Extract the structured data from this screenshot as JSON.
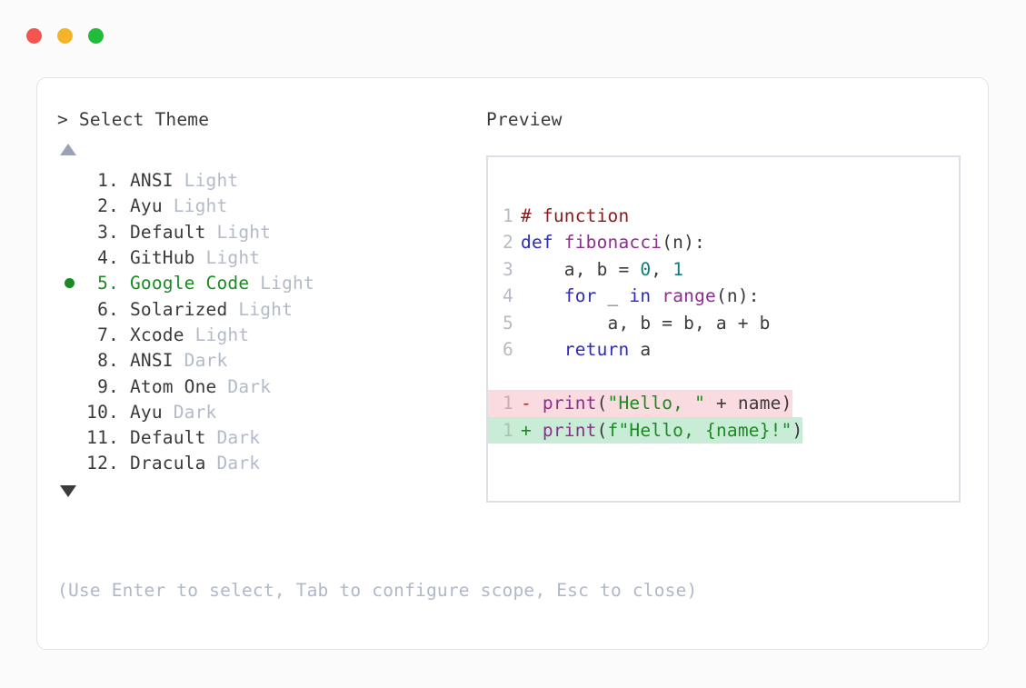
{
  "window": {
    "traffic_lights": [
      {
        "name": "close",
        "color": "#f4554f"
      },
      {
        "name": "minimize",
        "color": "#f5b32a"
      },
      {
        "name": "maximize",
        "color": "#20bd3a"
      }
    ]
  },
  "left_panel": {
    "prompt_caret": ">",
    "prompt_title": "Select Theme",
    "scroll_up_icon": "triangle-up",
    "scroll_down_icon": "triangle-down",
    "selected_index": 5,
    "themes": [
      {
        "num": "1.",
        "name": "ANSI",
        "variant": "Light"
      },
      {
        "num": "2.",
        "name": "Ayu",
        "variant": "Light"
      },
      {
        "num": "3.",
        "name": "Default",
        "variant": "Light"
      },
      {
        "num": "4.",
        "name": "GitHub",
        "variant": "Light"
      },
      {
        "num": "5.",
        "name": "Google Code",
        "variant": "Light"
      },
      {
        "num": "6.",
        "name": "Solarized",
        "variant": "Light"
      },
      {
        "num": "7.",
        "name": "Xcode",
        "variant": "Light"
      },
      {
        "num": "8.",
        "name": "ANSI",
        "variant": "Dark"
      },
      {
        "num": "9.",
        "name": "Atom One",
        "variant": "Dark"
      },
      {
        "num": "10.",
        "name": "Ayu",
        "variant": "Dark"
      },
      {
        "num": "11.",
        "name": "Default",
        "variant": "Dark"
      },
      {
        "num": "12.",
        "name": "Dracula",
        "variant": "Dark"
      }
    ]
  },
  "right_panel": {
    "label": "Preview",
    "code_lines": [
      {
        "ln": "1",
        "tokens": [
          {
            "t": "# function",
            "c": "tok-comment"
          }
        ]
      },
      {
        "ln": "2",
        "tokens": [
          {
            "t": "def ",
            "c": "tok-keyword"
          },
          {
            "t": "fibonacci",
            "c": "tok-func"
          },
          {
            "t": "(n):",
            "c": "tok-punct"
          }
        ]
      },
      {
        "ln": "3",
        "tokens": [
          {
            "t": "    a, b = ",
            "c": "tok-plain"
          },
          {
            "t": "0",
            "c": "tok-number"
          },
          {
            "t": ", ",
            "c": "tok-plain"
          },
          {
            "t": "1",
            "c": "tok-number"
          }
        ]
      },
      {
        "ln": "4",
        "tokens": [
          {
            "t": "    ",
            "c": "tok-plain"
          },
          {
            "t": "for",
            "c": "tok-keyword"
          },
          {
            "t": " _ ",
            "c": "tok-plain"
          },
          {
            "t": "in",
            "c": "tok-keyword"
          },
          {
            "t": " ",
            "c": "tok-plain"
          },
          {
            "t": "range",
            "c": "tok-builtin"
          },
          {
            "t": "(n):",
            "c": "tok-punct"
          }
        ]
      },
      {
        "ln": "5",
        "tokens": [
          {
            "t": "        a, b = b, a + b",
            "c": "tok-plain"
          }
        ]
      },
      {
        "ln": "6",
        "tokens": [
          {
            "t": "    ",
            "c": "tok-plain"
          },
          {
            "t": "return",
            "c": "tok-keyword"
          },
          {
            "t": " a",
            "c": "tok-plain"
          }
        ]
      }
    ],
    "diff_lines": [
      {
        "ln": "1",
        "sign": "-",
        "kind": "del",
        "tokens": [
          {
            "t": "print",
            "c": "tok-builtin"
          },
          {
            "t": "(",
            "c": "tok-punct"
          },
          {
            "t": "\"Hello, \"",
            "c": "tok-string"
          },
          {
            "t": " + name)",
            "c": "tok-plain"
          }
        ]
      },
      {
        "ln": "1",
        "sign": "+",
        "kind": "add",
        "tokens": [
          {
            "t": "print",
            "c": "tok-builtin"
          },
          {
            "t": "(",
            "c": "tok-punct"
          },
          {
            "t": "f\"Hello, {name}!\"",
            "c": "tok-string"
          },
          {
            "t": ")",
            "c": "tok-punct"
          }
        ]
      }
    ]
  },
  "footer": {
    "hint": "(Use Enter to select, Tab to configure scope, Esc to close)"
  },
  "colors": {
    "accent_green": "#1b8a22",
    "muted": "#b3bac8",
    "diff_del_bg": "#fadbe0",
    "diff_add_bg": "#c9ecd6"
  }
}
